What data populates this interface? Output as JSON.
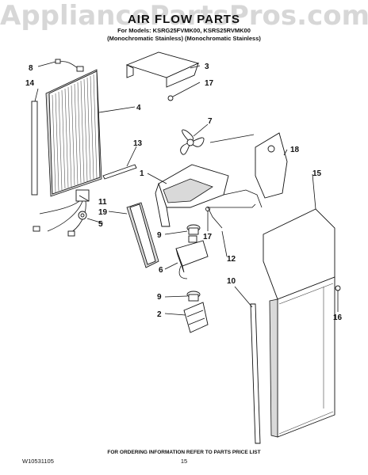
{
  "watermark": "AppliancePartsPros.com",
  "header": {
    "title": "AIR FLOW PARTS",
    "models_line": "For Models: KSRG25FVMK00, KSRS25RVMK00",
    "finish_line": "(Monochromatic Stainless) (Monochromatic Stainless)"
  },
  "callouts": [
    "8",
    "3",
    "14",
    "17",
    "4",
    "7",
    "13",
    "18",
    "1",
    "15",
    "11",
    "19",
    "5",
    "9",
    "17",
    "12",
    "6",
    "10",
    "9",
    "16",
    "2"
  ],
  "footer": {
    "note": "FOR ORDERING INFORMATION REFER TO PARTS PRICE LIST",
    "doc_number": "W10531105",
    "page_number": "15"
  }
}
